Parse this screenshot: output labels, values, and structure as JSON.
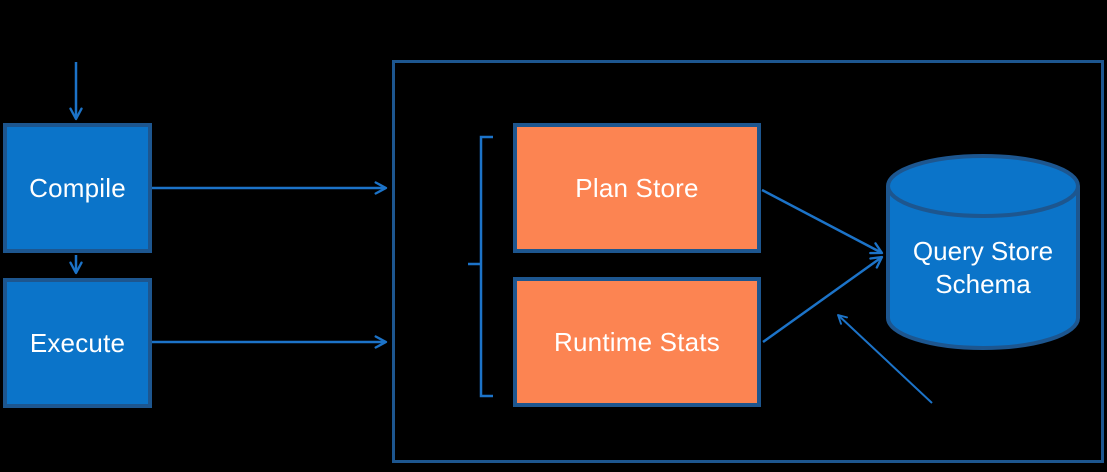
{
  "diagram": {
    "description": "Query Store architecture flow diagram",
    "background": "#000000"
  },
  "colors": {
    "blue_fill": "#0b74c9",
    "blue_border": "#1d568f",
    "arrow": "#1c73c8",
    "orange_fill": "#fc8452",
    "label_text": "#ffffff",
    "canvas_bg": "#000000"
  },
  "nodes": {
    "compile": {
      "label": "Compile"
    },
    "execute": {
      "label": "Execute"
    },
    "plan_store": {
      "label": "Plan Store"
    },
    "runtime_stats": {
      "label": "Runtime Stats"
    },
    "query_store_schema": {
      "label": "Query Store Schema"
    }
  },
  "edges": [
    {
      "from": "incoming-query",
      "to": "compile",
      "style": "arrow"
    },
    {
      "from": "compile",
      "to": "execute",
      "style": "arrow"
    },
    {
      "from": "compile",
      "to": "query-store-container",
      "style": "arrow"
    },
    {
      "from": "execute",
      "to": "query-store-container",
      "style": "arrow"
    },
    {
      "from": "plan_store",
      "to": "query_store_schema",
      "style": "arrow"
    },
    {
      "from": "runtime_stats",
      "to": "query_store_schema",
      "style": "arrow"
    },
    {
      "from": "bottom-right",
      "to": "query_store_schema",
      "style": "arrow"
    },
    {
      "from": "plan_store,runtime_stats",
      "to": "group",
      "style": "curly-bracket"
    }
  ]
}
